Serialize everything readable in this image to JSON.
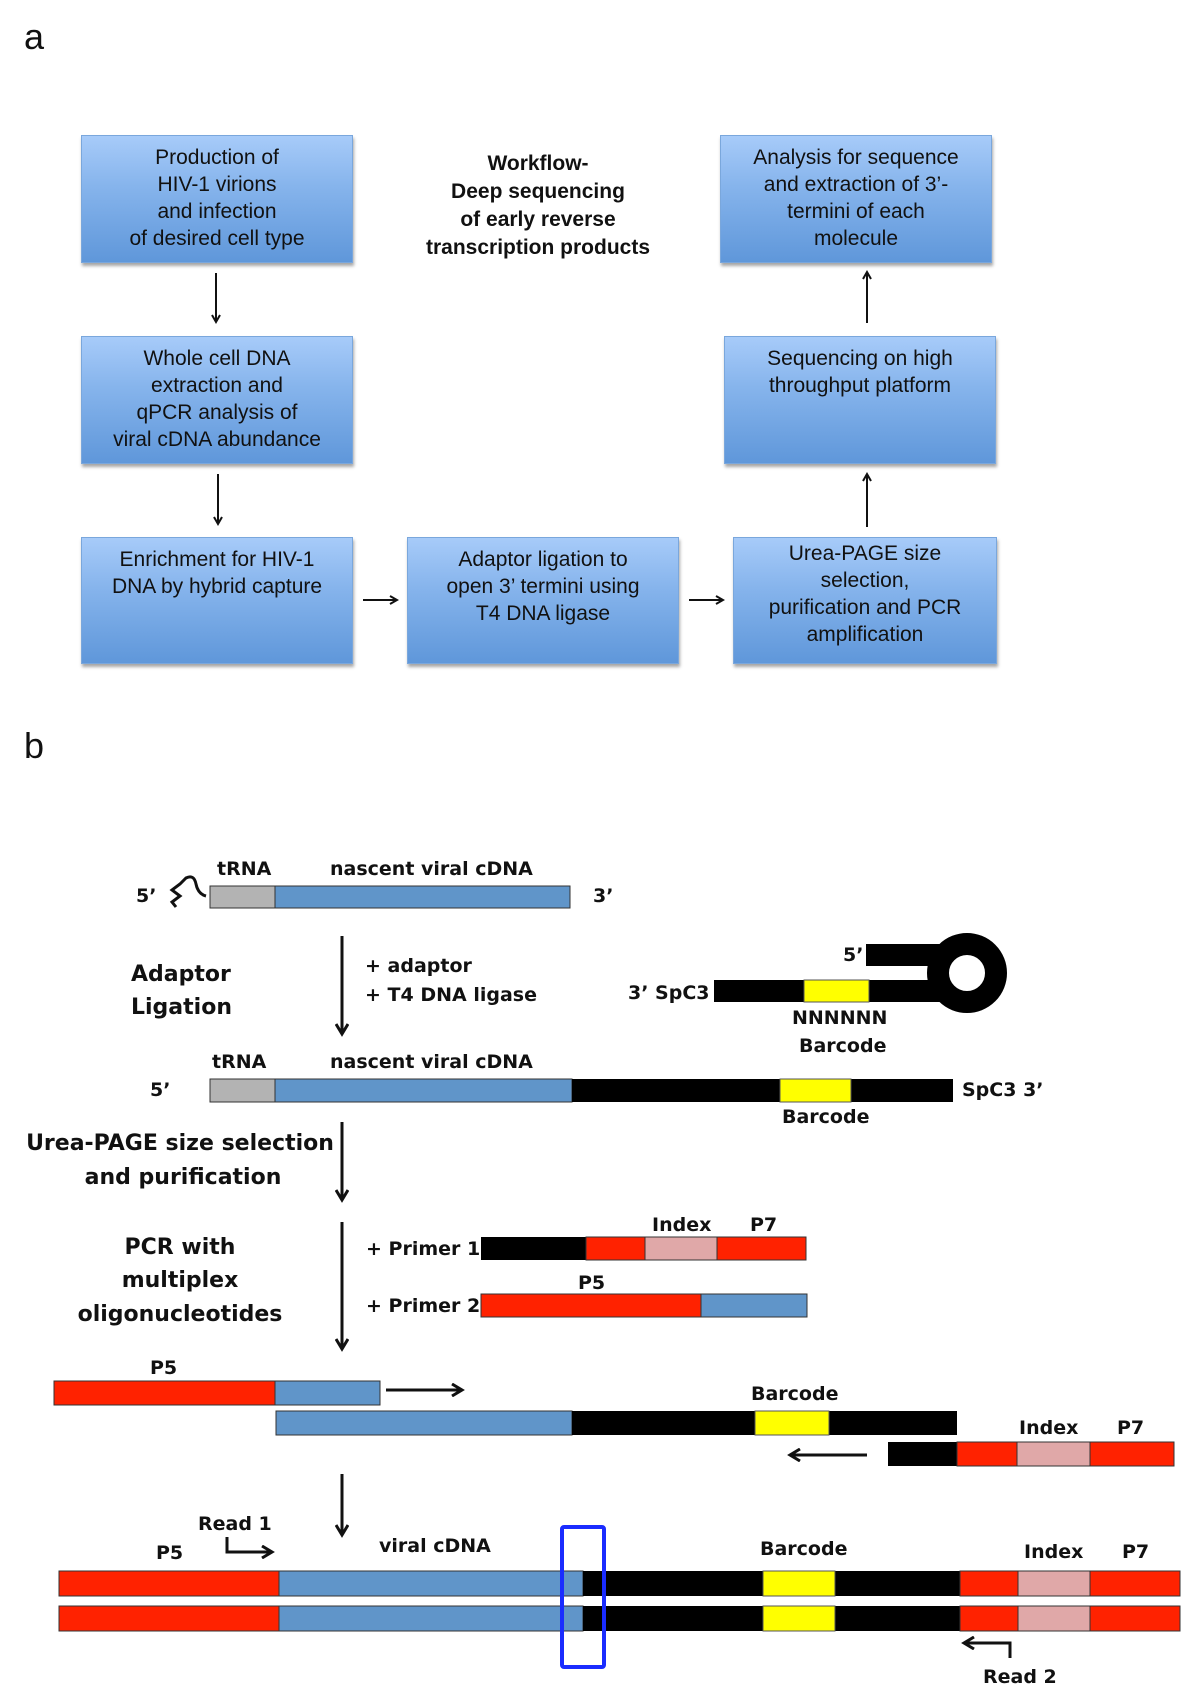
{
  "panel_a": {
    "label": "a",
    "title_lines": [
      "Workflow-",
      "Deep sequencing",
      "of early reverse",
      "transcription products"
    ],
    "boxes": [
      {
        "id": "production",
        "lines": [
          "Production of",
          "HIV-1 virions",
          "and infection",
          "of desired cell type"
        ]
      },
      {
        "id": "extraction",
        "lines": [
          "Whole cell DNA",
          "extraction and",
          "qPCR analysis of",
          "viral cDNA abundance"
        ]
      },
      {
        "id": "enrichment",
        "lines": [
          "Enrichment for HIV-1",
          "DNA by hybrid capture"
        ]
      },
      {
        "id": "ligation",
        "lines": [
          "Adaptor ligation to",
          "open 3’ termini using",
          "T4 DNA ligase"
        ]
      },
      {
        "id": "urea-page",
        "lines": [
          "Urea-PAGE size",
          "selection,",
          "purification and PCR",
          "amplification"
        ]
      },
      {
        "id": "sequencing",
        "lines": [
          "Sequencing on high",
          "throughput platform"
        ]
      },
      {
        "id": "analysis",
        "lines": [
          "Analysis for sequence",
          "and extraction of 3’-",
          "termini of each",
          "molecule"
        ]
      }
    ],
    "flow_order": [
      "production",
      "extraction",
      "enrichment",
      "ligation",
      "urea-page",
      "sequencing",
      "analysis"
    ]
  },
  "panel_b": {
    "label": "b",
    "colors": {
      "trna": "#b3b3b3",
      "viral_cdna": "#6095c9",
      "adaptor": "#000000",
      "barcode": "#ffff00",
      "p5_p7": "#ff2200",
      "index": "#e0a8a8",
      "highlight_box": "#1a2cff"
    },
    "step1": {
      "five_prime": "5’",
      "three_prime": "3’",
      "trna": "tRNA",
      "cdna": "nascent viral cDNA"
    },
    "step_adaptor": {
      "label_lines": [
        "Adaptor",
        "Ligation"
      ],
      "reagent_lines": [
        "+ adaptor",
        "+ T4 DNA ligase"
      ],
      "adaptor_three_prime": "3’ SpC3",
      "adaptor_five_prime": "5’",
      "barcode_seq": "NNNNNN",
      "barcode_label": "Barcode"
    },
    "step2": {
      "five_prime": "5’",
      "trna": "tRNA",
      "cdna": "nascent viral cDNA",
      "end": "SpC3 3’",
      "barcode": "Barcode"
    },
    "step_urea": {
      "label_lines": [
        "Urea-PAGE size selection",
        "and purification"
      ]
    },
    "step_pcr": {
      "label_lines": [
        "PCR with",
        "multiplex",
        "oligonucleotides"
      ],
      "primer1": "+ Primer 1",
      "primer2": "+ Primer 2",
      "index": "Index",
      "p7": "P7",
      "p5": "P5"
    },
    "step3": {
      "p5": "P5",
      "barcode": "Barcode",
      "index": "Index",
      "p7": "P7"
    },
    "final": {
      "p5": "P5",
      "read1": "Read 1",
      "cdna": "viral cDNA",
      "barcode": "Barcode",
      "index": "Index",
      "p7": "P7",
      "read2": "Read 2"
    }
  }
}
